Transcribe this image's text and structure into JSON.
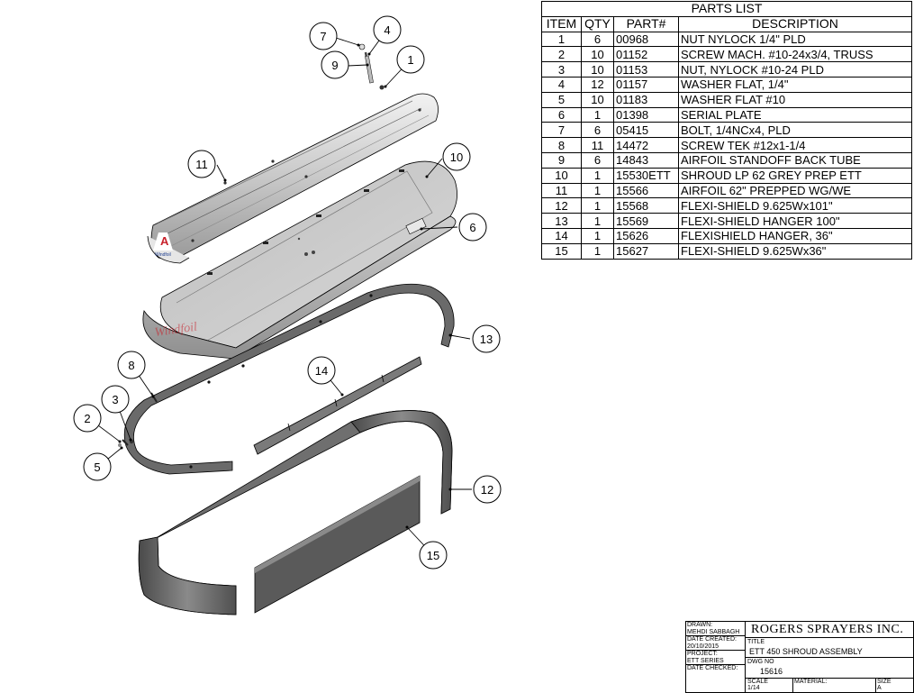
{
  "parts_list": {
    "title": "PARTS LIST",
    "headers": [
      "ITEM",
      "QTY",
      "PART#",
      "DESCRIPTION"
    ],
    "rows": [
      {
        "item": "1",
        "qty": "6",
        "part": "00968",
        "description": "NUT NYLOCK 1/4\" PLD"
      },
      {
        "item": "2",
        "qty": "10",
        "part": "01152",
        "description": "SCREW MACH. #10-24x3/4, TRUSS"
      },
      {
        "item": "3",
        "qty": "10",
        "part": "01153",
        "description": "NUT, NYLOCK #10-24 PLD"
      },
      {
        "item": "4",
        "qty": "12",
        "part": "01157",
        "description": "WASHER FLAT, 1/4\""
      },
      {
        "item": "5",
        "qty": "10",
        "part": "01183",
        "description": "WASHER FLAT #10"
      },
      {
        "item": "6",
        "qty": "1",
        "part": "01398",
        "description": "SERIAL PLATE"
      },
      {
        "item": "7",
        "qty": "6",
        "part": "05415",
        "description": "BOLT, 1/4NCx4, PLD"
      },
      {
        "item": "8",
        "qty": "11",
        "part": "14472",
        "description": "SCREW TEK #12x1-1/4"
      },
      {
        "item": "9",
        "qty": "6",
        "part": "14843",
        "description": "AIRFOIL STANDOFF BACK TUBE"
      },
      {
        "item": "10",
        "qty": "1",
        "part": "15530ETT",
        "description": "SHROUD LP 62 GREY PREP ETT"
      },
      {
        "item": "11",
        "qty": "1",
        "part": "15566",
        "description": "AIRFOIL 62\" PREPPED WG/WE"
      },
      {
        "item": "12",
        "qty": "1",
        "part": "15568",
        "description": "FLEXI-SHIELD 9.625Wx101\""
      },
      {
        "item": "13",
        "qty": "1",
        "part": "15569",
        "description": "FLEXI-SHIELD HANGER 100\""
      },
      {
        "item": "14",
        "qty": "1",
        "part": "15626",
        "description": "FLEXISHIELD HANGER, 36\""
      },
      {
        "item": "15",
        "qty": "1",
        "part": "15627",
        "description": "FLEXI-SHIELD 9.625Wx36\""
      }
    ]
  },
  "balloons": [
    "1",
    "2",
    "3",
    "4",
    "5",
    "6",
    "7",
    "8",
    "9",
    "10",
    "11",
    "12",
    "13",
    "14",
    "15"
  ],
  "decal_text": {
    "airfoil_logo": "A",
    "airfoil_small": "Windfoil",
    "shroud_script": "Windfoil"
  },
  "title_block": {
    "drawn_label": "DRAWN:",
    "drawn_value": "MEHDI SABBAGH",
    "date_created_label": "DATE CREATED:",
    "date_created_value": "20/10/2015",
    "project_label": "PROJECT:",
    "project_value": "ETT SERIES",
    "date_checked_label": "DATE CHECKED:",
    "company": "ROGERS SPRAYERS INC.",
    "title_label": "TITLE",
    "title_value": "ETT 450 SHROUD ASSEMBLY",
    "dwg_label": "DWG NO",
    "dwg_value": "15616",
    "scale_label": "SCALE",
    "scale_value": "1/14",
    "material_label": "MATERIAL:",
    "size_label": "SIZE",
    "size_value": "A"
  },
  "colors": {
    "line": "#000000",
    "part_fill_light": "#d4d4d4",
    "part_fill_mid": "#a8a8a8",
    "part_fill_dark": "#5f5f5f",
    "decal_red": "#c8202a",
    "decal_blue": "#1f3f8f"
  }
}
